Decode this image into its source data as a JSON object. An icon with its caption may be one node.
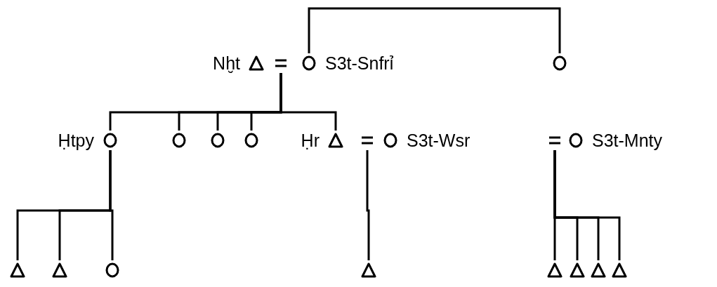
{
  "diagram": {
    "nodes": [
      {
        "text": [],
        "shape": "triangle",
        "beside": [
          "Nḫt"
        ]
      },
      {
        "text": [],
        "shape": "bar"
      },
      {
        "text": [],
        "shape": "circle",
        "beside": [
          "S3t-Snfrỉ"
        ]
      },
      {
        "text": [],
        "shape": "circle"
      },
      {
        "text": [],
        "shape": "circle",
        "beside": [
          "Ḥtpy"
        ]
      },
      {
        "text": [],
        "shape": "circle"
      },
      {
        "text": [],
        "shape": "circle"
      },
      {
        "text": [],
        "shape": "circle"
      },
      {
        "text": [],
        "shape": "triangle",
        "beside": [
          "Ḥr"
        ]
      },
      {
        "text": [],
        "shape": "bar"
      },
      {
        "text": [],
        "shape": "circle",
        "beside": [
          "S3t-Wsr"
        ]
      },
      {
        "text": [],
        "shape": "bar"
      },
      {
        "text": [],
        "shape": "circle",
        "beside": [
          "S3t-Mnty"
        ]
      },
      {
        "text": [],
        "shape": "triangle"
      },
      {
        "text": [],
        "shape": "triangle"
      },
      {
        "text": [],
        "shape": "circle"
      },
      {
        "text": [],
        "shape": "triangle"
      },
      {
        "text": [],
        "shape": "triangle"
      },
      {
        "text": [],
        "shape": "triangle"
      },
      {
        "text": [],
        "shape": "triangle"
      },
      {
        "text": [],
        "shape": "triangle"
      }
    ],
    "edges": [
      {
        "from": 2,
        "to": 3,
        "arrow": "none"
      },
      {
        "from": 1,
        "to": 4,
        "arrow": "none"
      },
      {
        "from": 1,
        "to": 5,
        "arrow": "none"
      },
      {
        "from": 1,
        "to": 6,
        "arrow": "none"
      },
      {
        "from": 1,
        "to": 7,
        "arrow": "none"
      },
      {
        "from": 1,
        "to": 8,
        "arrow": "none"
      },
      {
        "from": 4,
        "to": 13,
        "arrow": "none"
      },
      {
        "from": 4,
        "to": 14,
        "arrow": "none"
      },
      {
        "from": 4,
        "to": 15,
        "arrow": "none"
      },
      {
        "from": 9,
        "to": 16,
        "arrow": "none"
      },
      {
        "from": 11,
        "to": 17,
        "arrow": "none"
      },
      {
        "from": 11,
        "to": 18,
        "arrow": "none"
      },
      {
        "from": 11,
        "to": 19,
        "arrow": "none"
      },
      {
        "from": 11,
        "to": 20,
        "arrow": "none"
      }
    ]
  }
}
